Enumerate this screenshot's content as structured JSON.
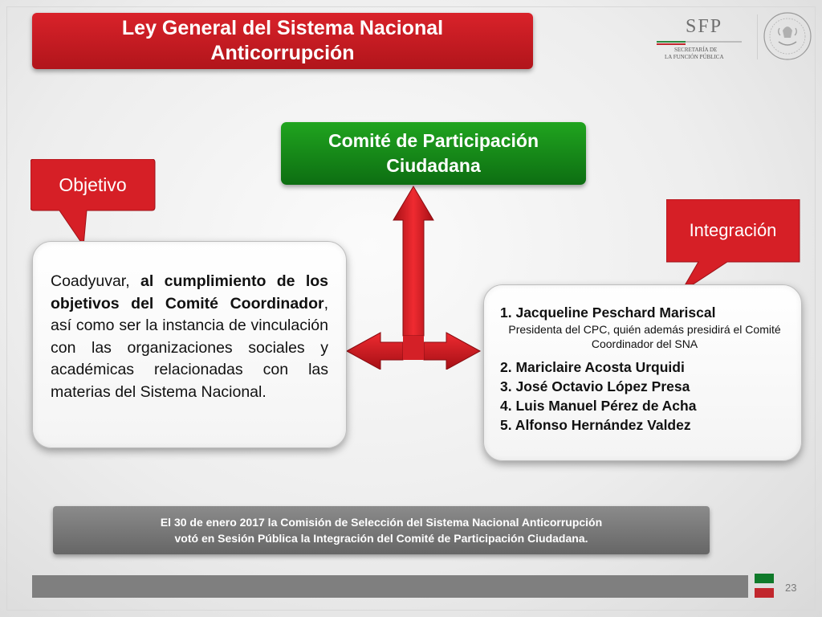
{
  "title": {
    "line1": "Ley General del Sistema Nacional",
    "line2": "Anticorrupción"
  },
  "logo": {
    "acronym": "SFP",
    "subtitle_line1": "SECRETARÍA DE",
    "subtitle_line2": "LA FUNCIÓN PÚBLICA"
  },
  "committee": {
    "line1": "Comité de Participación",
    "line2": "Ciudadana"
  },
  "objetivo": {
    "tag": "Objetivo",
    "text_part1": "Coadyuvar, ",
    "text_bold": "al cumplimiento de los objetivos del Comité Coordinador",
    "text_part2": ", así como ser la instancia de vinculación con las organizaciones sociales y académicas relacionadas con las materias del Sistema Nacional."
  },
  "integracion": {
    "tag": "Integración",
    "members": [
      "1. Jacqueline Peschard Mariscal",
      "2. Mariclaire Acosta Urquidi",
      "3. José Octavio López Presa",
      "4. Luis Manuel Pérez de Acha",
      "5. Alfonso Hernández Valdez"
    ],
    "note": "Presidenta del CPC, quién además presidirá el Comité Coordinador del SNA"
  },
  "banner": {
    "line1": "El 30 de enero 2017 la Comisión de Selección del Sistema Nacional Anticorrupción",
    "line2": "votó en Sesión Pública la Integración del Comité de Participación Ciudadana."
  },
  "footer": {
    "page_number": "23"
  },
  "colors": {
    "red": "#c1272d",
    "green": "#0f7a2a",
    "gray": "#7f7f7f"
  }
}
